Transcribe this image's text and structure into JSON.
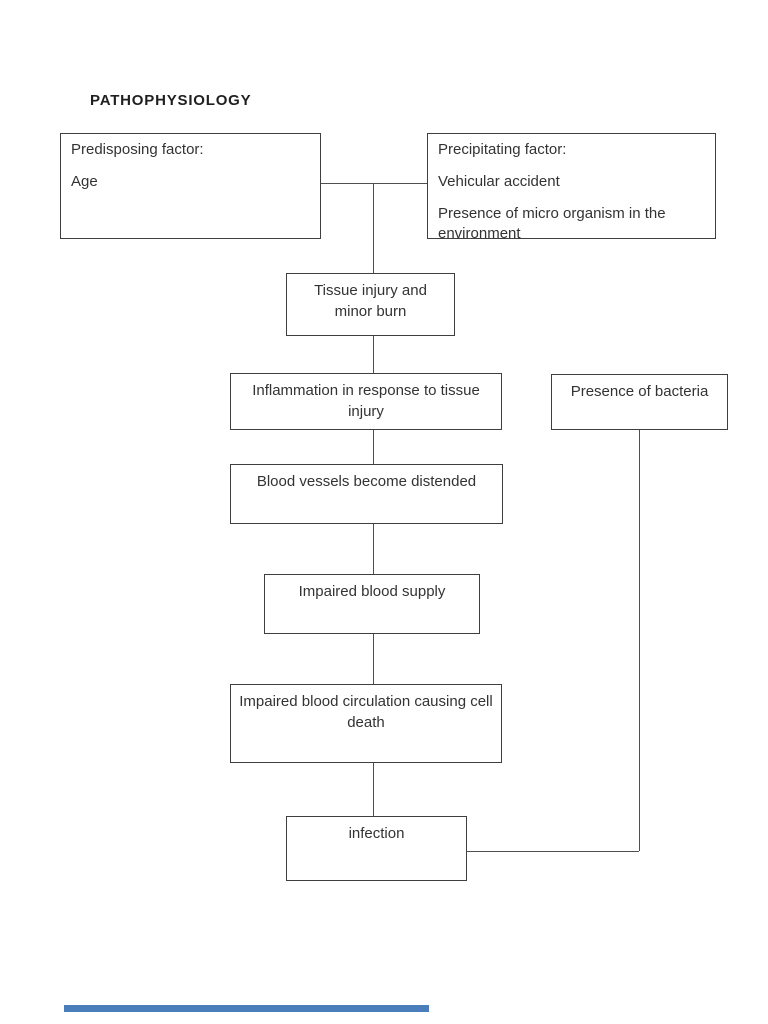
{
  "page": {
    "title": "PATHOPHYSIOLOGY"
  },
  "diagram": {
    "predisposing": {
      "p1": "Predisposing factor:",
      "p2": "Age"
    },
    "precipitating": {
      "p1": "Precipitating factor:",
      "p2": "Vehicular accident",
      "p3_line1": "Presence of micro organism in the",
      "p3_line2": "environment"
    },
    "tissue_injury": {
      "line1": "Tissue injury and",
      "line2": "minor burn"
    },
    "inflammation": {
      "line1": "Inflammation in response to tissue",
      "line2": "injury"
    },
    "bacteria": {
      "line1": "Presence of bacteria"
    },
    "vessels": {
      "line1": "Blood vessels become distended"
    },
    "blood_supply": {
      "line1": "Impaired blood supply"
    },
    "circulation": {
      "line1": "Impaired blood circulation causing cell",
      "line2": "death"
    },
    "infection": {
      "line1": "infection"
    }
  },
  "accent": {
    "divider_color": "#4a7ebb"
  }
}
